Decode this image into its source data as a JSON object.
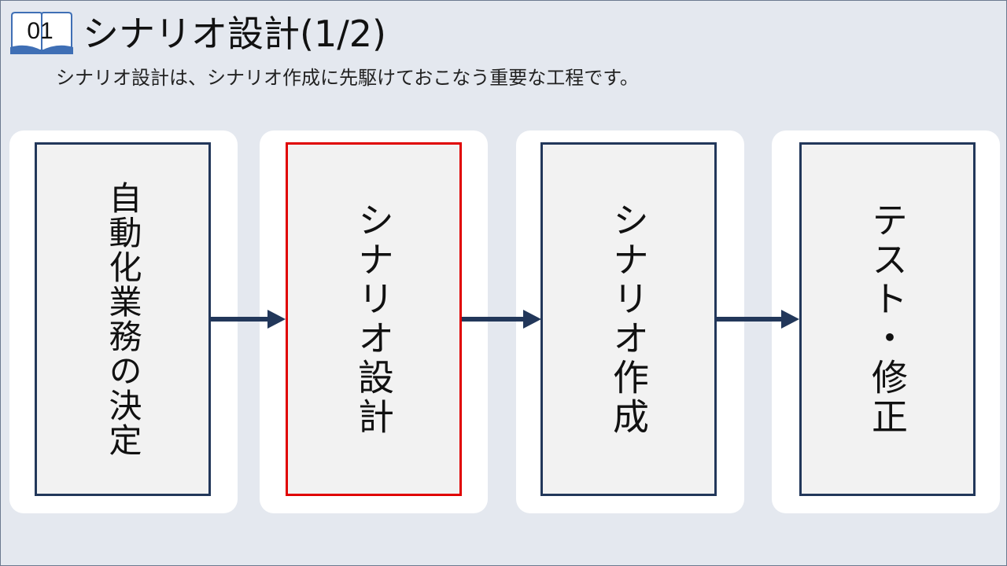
{
  "header": {
    "section_number": "01",
    "title": "シナリオ設計(1/2)",
    "subtitle": "シナリオ設計は、シナリオ作成に先駆けておこなう重要な工程です。"
  },
  "steps": [
    {
      "label": "自動化業務の決定",
      "active": false
    },
    {
      "label": "シナリオ設計",
      "active": true
    },
    {
      "label": "シナリオ作成",
      "active": false
    },
    {
      "label": "テスト・修正",
      "active": false
    }
  ],
  "colors": {
    "background": "#e4e8ef",
    "box_border": "#22375a",
    "active_border": "#e00000",
    "arrow": "#22375a",
    "badge_accent": "#3f6fb5"
  },
  "icons": {
    "badge": "open-book-icon",
    "connector": "arrow-right-icon"
  }
}
